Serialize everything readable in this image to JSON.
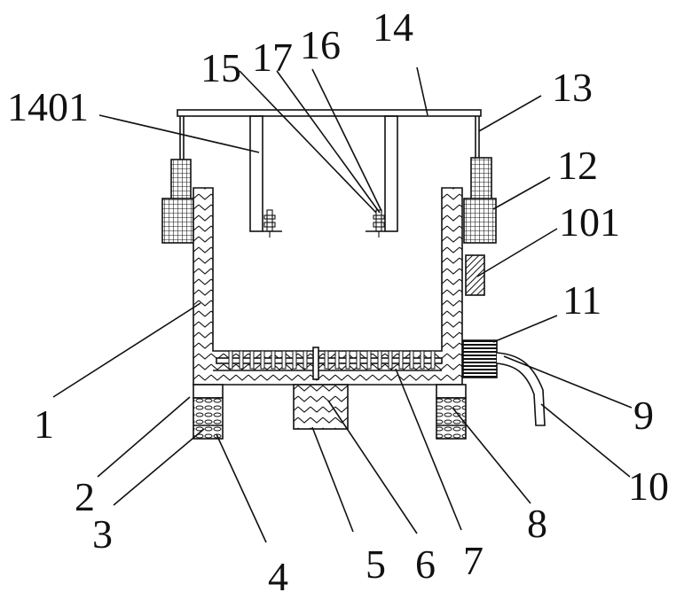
{
  "labels": {
    "l1": "1",
    "l2": "2",
    "l3": "3",
    "l4": "4",
    "l5": "5",
    "l6": "6",
    "l7": "7",
    "l8": "8",
    "l9": "9",
    "l10": "10",
    "l11": "11",
    "l12": "12",
    "l13": "13",
    "l14": "14",
    "l15": "15",
    "l16": "16",
    "l17": "17",
    "l101": "101",
    "l1401": "1401"
  },
  "colors": {
    "ink": "#111111",
    "background": "#ffffff"
  }
}
